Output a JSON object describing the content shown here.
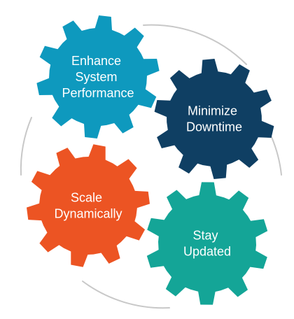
{
  "diagram": {
    "ring_color": "#c8c8c8",
    "gears": [
      {
        "id": "enhance",
        "lines": [
          "Enhance",
          "System",
          "Performance"
        ],
        "color": "#0e99be"
      },
      {
        "id": "minimize",
        "lines": [
          "Minimize",
          "Downtime"
        ],
        "color": "#0f3f63"
      },
      {
        "id": "scale",
        "lines": [
          "Scale",
          "Dynamically"
        ],
        "color": "#ec5423"
      },
      {
        "id": "stay",
        "lines": [
          "Stay",
          "Updated"
        ],
        "color": "#14a597"
      }
    ]
  }
}
